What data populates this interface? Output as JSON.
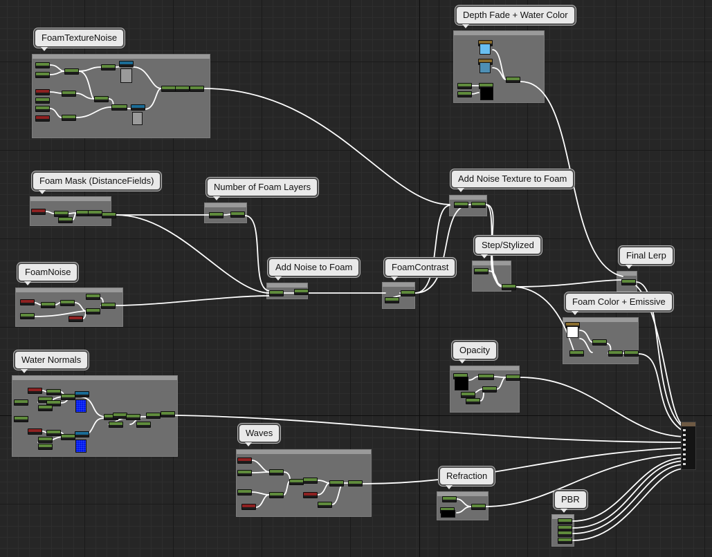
{
  "comments": [
    {
      "id": "foam-texture-noise",
      "title": "FoamTextureNoise"
    },
    {
      "id": "depth-fade",
      "title": "Depth Fade + Water Color"
    },
    {
      "id": "foam-mask",
      "title": "Foam Mask (DistanceFields)"
    },
    {
      "id": "number-foam-layers",
      "title": "Number of Foam Layers"
    },
    {
      "id": "add-noise-texture",
      "title": "Add Noise Texture to Foam"
    },
    {
      "id": "step-stylized",
      "title": "Step/Stylized"
    },
    {
      "id": "final-lerp",
      "title": "Final Lerp"
    },
    {
      "id": "foam-noise",
      "title": "FoamNoise"
    },
    {
      "id": "add-noise-to-foam",
      "title": "Add Noise to Foam"
    },
    {
      "id": "foam-contrast",
      "title": "FoamContrast"
    },
    {
      "id": "foam-color-emissive",
      "title": "Foam Color + Emissive"
    },
    {
      "id": "water-normals",
      "title": "Water Normals"
    },
    {
      "id": "opacity",
      "title": "Opacity"
    },
    {
      "id": "waves",
      "title": "Waves"
    },
    {
      "id": "refraction",
      "title": "Refraction"
    },
    {
      "id": "pbr",
      "title": "PBR"
    }
  ],
  "colors": {
    "background": "#262626",
    "comment_box": "#6e6e6e",
    "wire": "#ffffff",
    "scalar_node": "#5f8b3c",
    "vector_node": "#8e2121",
    "texture_node": "#1b6c96",
    "color_node": "#8a6d2d"
  },
  "output_node": {
    "icon": "material-result-node",
    "pins": 9
  }
}
